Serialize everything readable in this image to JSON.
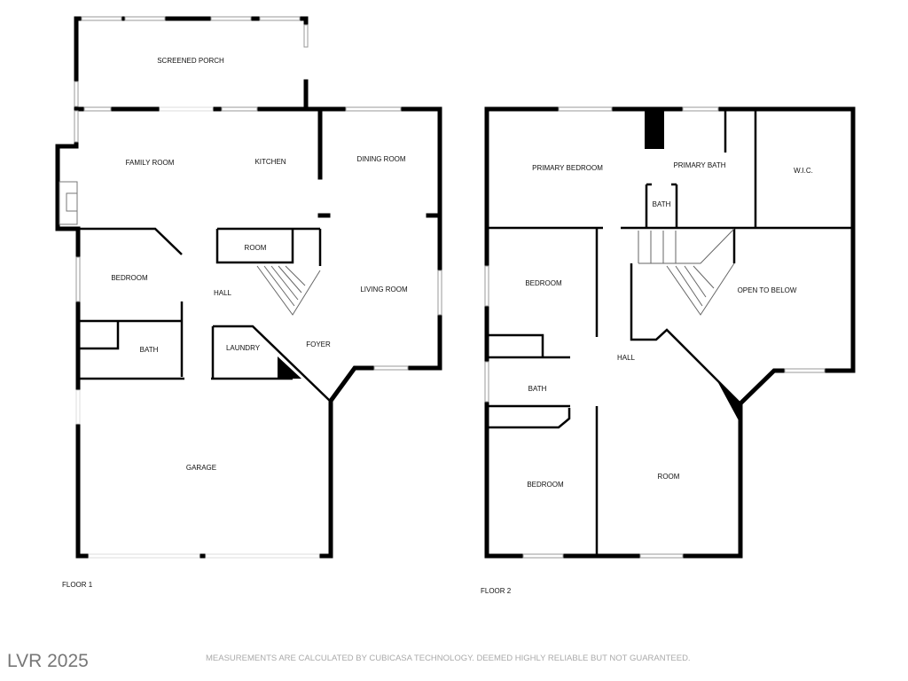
{
  "floor1": {
    "label": "FLOOR 1",
    "rooms": {
      "screened_porch": "SCREENED PORCH",
      "family_room": "FAMILY ROOM",
      "kitchen": "KITCHEN",
      "dining_room": "DINING ROOM",
      "room": "ROOM",
      "bedroom": "BEDROOM",
      "hall": "HALL",
      "living_room": "LIVING ROOM",
      "bath": "BATH",
      "laundry": "LAUNDRY",
      "foyer": "FOYER",
      "garage": "GARAGE"
    }
  },
  "floor2": {
    "label": "FLOOR 2",
    "rooms": {
      "primary_bedroom": "PRIMARY BEDROOM",
      "primary_bath": "PRIMARY BATH",
      "wic": "W.I.C.",
      "bath_small": "BATH",
      "bedroom_1": "BEDROOM",
      "open_to_below": "OPEN TO BELOW",
      "hall": "HALL",
      "bath": "BATH",
      "bedroom_2": "BEDROOM",
      "room": "ROOM"
    }
  },
  "footer": {
    "brand": "LVR 2025",
    "disclaimer": "MEASUREMENTS ARE CALCULATED BY CUBICASA TECHNOLOGY. DEEMED HIGHLY RELIABLE BUT NOT GUARANTEED."
  }
}
